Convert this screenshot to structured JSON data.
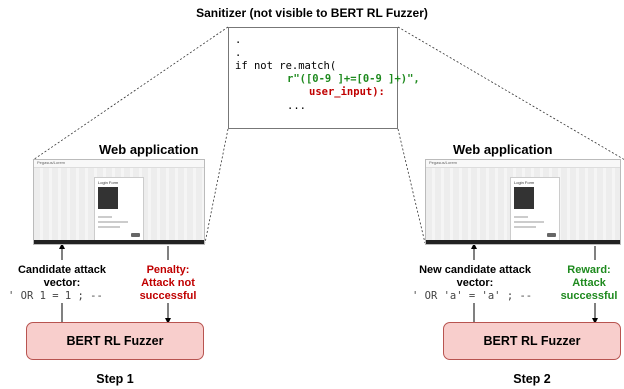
{
  "title": "Sanitizer (not visible to BERT RL Fuzzer)",
  "code": {
    "line1": ".",
    "line2": ".",
    "line3": "if not re.match(",
    "line4": "r\"([0-9 ]+=[0-9 ]+)\",",
    "line5": "user_input):",
    "line6": "...",
    "regex_color": "#1e8a1e",
    "input_color": "#c00000"
  },
  "left": {
    "web_title": "Web application",
    "candidate_label_1": "Candidate attack",
    "candidate_label_2": "vector:",
    "vector": "' OR 1 = 1 ; --",
    "feedback_1": "Penalty:",
    "feedback_2": "Attack not",
    "feedback_3": "successful",
    "fuzzer_label": "BERT RL Fuzzer",
    "step": "Step 1"
  },
  "right": {
    "web_title": "Web application",
    "candidate_label_1": "New candidate attack",
    "candidate_label_2": "vector:",
    "vector": "' OR 'a' = 'a' ; --",
    "feedback_1": "Reward:",
    "feedback_2": "Attack",
    "feedback_3": "successful",
    "fuzzer_label": "BERT RL Fuzzer",
    "step": "Step 2"
  },
  "screenshot": {
    "brand": "Pegasus/Lorem",
    "form_title": "Login Form"
  },
  "colors": {
    "penalty": "#c00000",
    "reward": "#1e8a1e",
    "fuzzer_fill": "#f8cecc",
    "fuzzer_border": "#b85450"
  }
}
